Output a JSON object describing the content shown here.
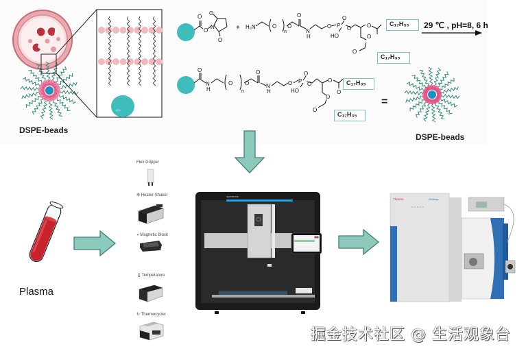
{
  "top_panel": {
    "left_label": "DSPE-beads",
    "right_label": "DSPE-beads",
    "reaction_condition": "29 ℃ , pH=8, 6 h",
    "plus_sign": "+",
    "equals_sign": "=",
    "reactant2": {
      "amine": "H₂N",
      "repeat_subscript": "n",
      "chain_label_1": "C₁₇H₃₅",
      "chain_label_2": "C₁₇H₃₅",
      "hydroxyl": "HO",
      "phosphorus": "P",
      "nh": "N\nH"
    },
    "product": {
      "repeat_subscript": "n",
      "chain_label_1": "C₁₇H₃₅",
      "chain_label_2": "C₁₇H₃₅",
      "hydroxyl": "HO",
      "phosphorus": "P"
    }
  },
  "workflow": {
    "sample_label": "Plasma",
    "modules": [
      {
        "label": "Flex Gripper",
        "icon": "gripper-icon"
      },
      {
        "label": "Heater-Shaker",
        "icon": "fan-icon"
      },
      {
        "label": "Magnetic Block",
        "icon": "magnet-icon"
      },
      {
        "label": "Temperature",
        "icon": "thermometer-icon"
      },
      {
        "label": "Thermocycler",
        "icon": "cycle-icon"
      }
    ],
    "robot_brand": "opentrons",
    "ms_brand": "Thermo",
    "ms_model": "Orbitrap"
  },
  "watermark": "掘金技术社区 @ 生活观象台",
  "colors": {
    "bead_teal": "#3fbcbc",
    "arrow_fill": "#8ccabe",
    "arrow_stroke": "#3f7f74",
    "lipid_pink": "#f2b8bf",
    "membrane_red": "#c0424a",
    "ms_blue": "#2f6fb3",
    "robot_accent": "#1aa6e6"
  }
}
